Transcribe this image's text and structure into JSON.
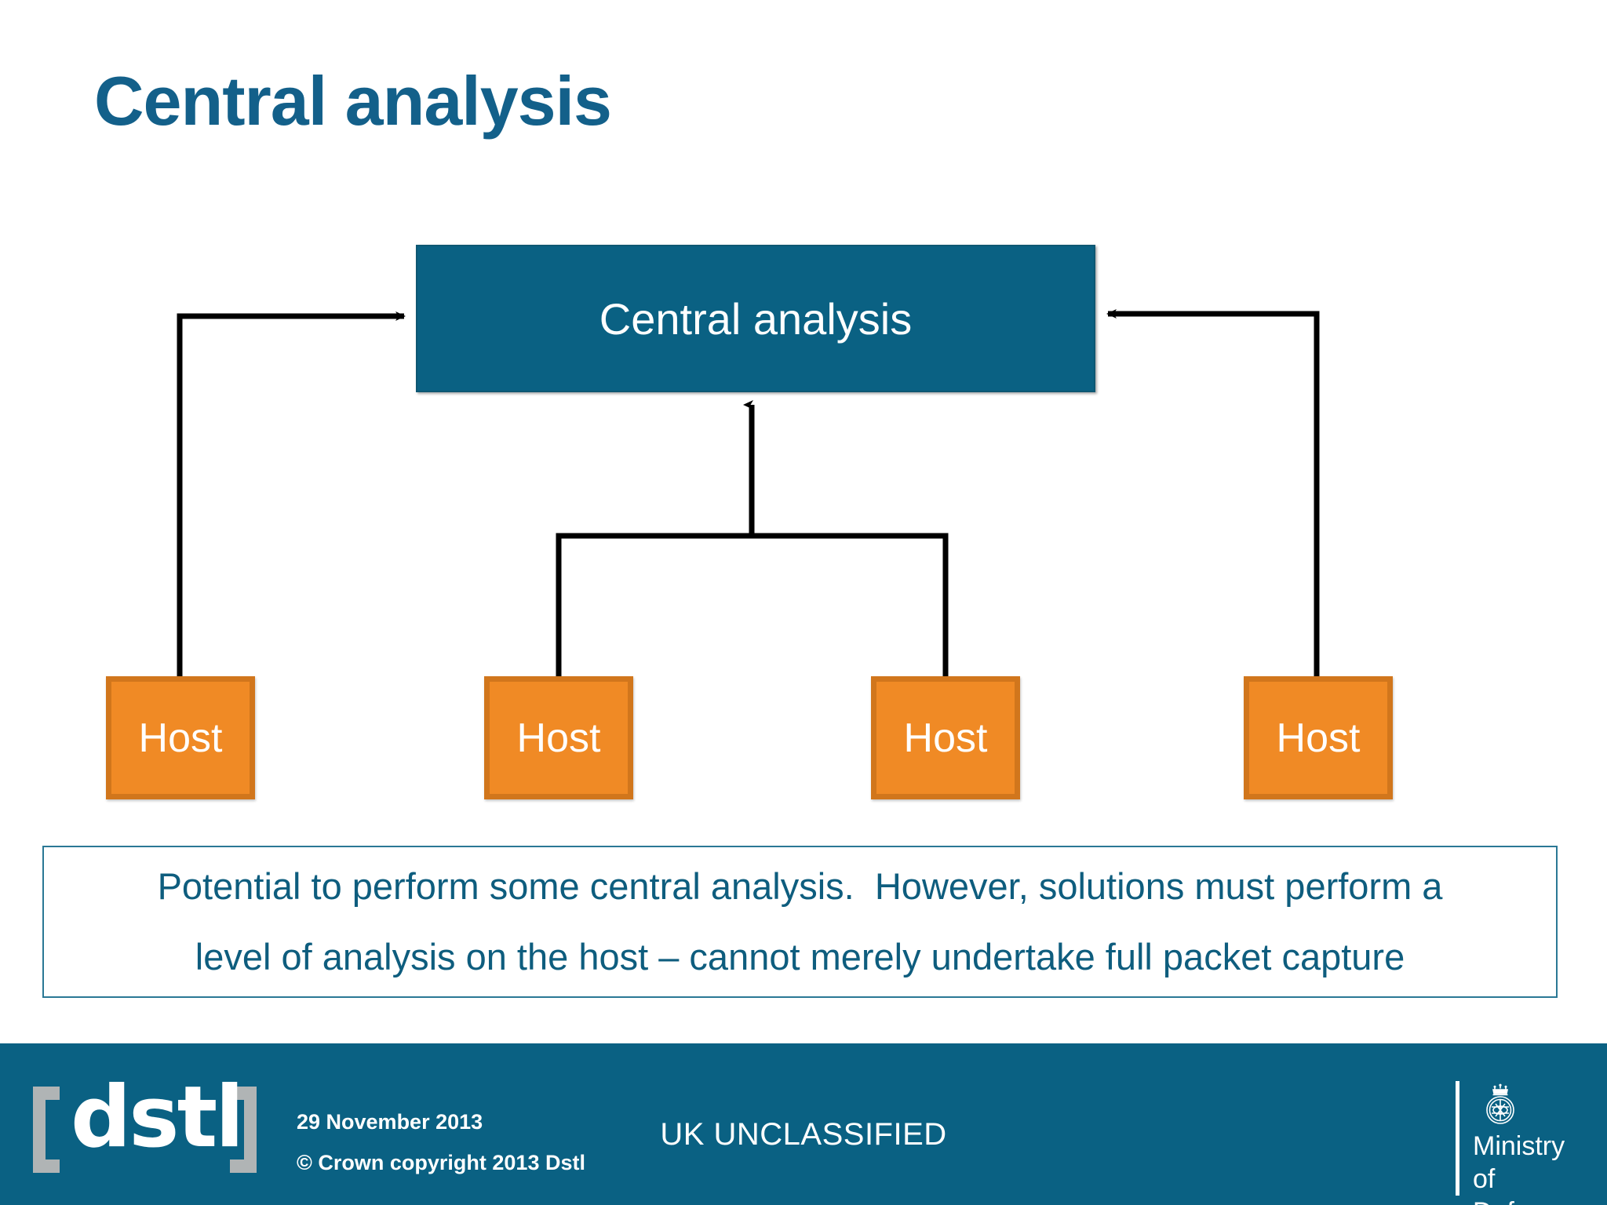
{
  "slide": {
    "title": "Central analysis",
    "background_color": "#ffffff"
  },
  "colors": {
    "brand_teal": "#0A6183",
    "title_blue": "#13608A",
    "caption_text": "#0E5D7E",
    "caption_border": "#2A7895",
    "host_fill": "#F08A25",
    "host_border": "#D1761C",
    "connector": "#000000",
    "footer_text": "#ffffff",
    "logo_grey": "#B0B4B5"
  },
  "diagram": {
    "type": "flow",
    "central_node": {
      "label": "Central analysis",
      "shape": "rectangle",
      "fill": "#0A6183"
    },
    "hosts": [
      {
        "label": "Host"
      },
      {
        "label": "Host"
      },
      {
        "label": "Host"
      },
      {
        "label": "Host"
      }
    ],
    "connectors": [
      {
        "from": "host-1",
        "to": "central-analysis",
        "direction": "up-right",
        "arrowhead": "at-central"
      },
      {
        "from": "host-2",
        "to": "central-analysis",
        "direction": "up-merge-center",
        "arrowhead": "at-central"
      },
      {
        "from": "host-3",
        "to": "central-analysis",
        "direction": "up-merge-center",
        "arrowhead": "at-central"
      },
      {
        "from": "host-4",
        "to": "central-analysis",
        "direction": "up-left",
        "arrowhead": "at-central"
      }
    ]
  },
  "caption": {
    "line1": "Potential to perform some central analysis.  However, solutions must perform a",
    "line2": "level of analysis on the host – cannot merely undertake full packet capture"
  },
  "footer": {
    "logo_wordmark": "dstl",
    "date": "29 November 2013",
    "copyright": "© Crown copyright 2013 Dstl",
    "classification": "UK UNCLASSIFIED",
    "mod_name": "Ministry\nof Defence"
  }
}
